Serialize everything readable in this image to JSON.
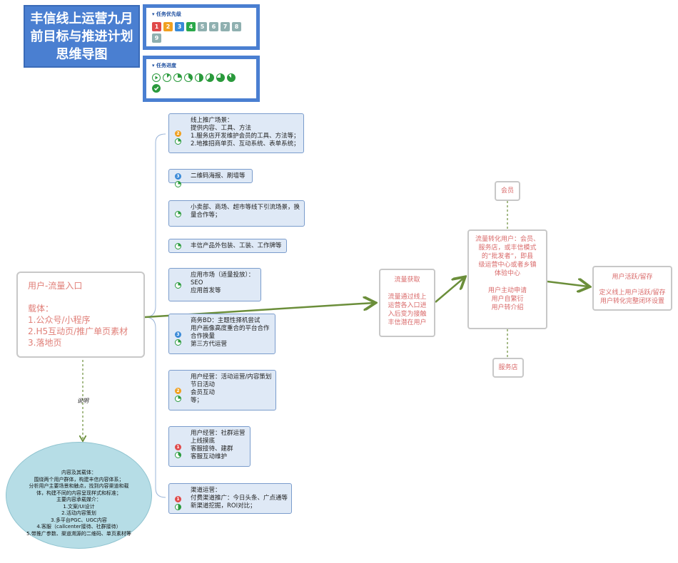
{
  "title": {
    "lines": [
      "丰信线上运营九月",
      "前目标与推进计划",
      "思维导图"
    ]
  },
  "legend_priority": {
    "title": "任务优先级",
    "badges": [
      {
        "label": "1",
        "color": "#e04a4a"
      },
      {
        "label": "2",
        "color": "#f0a020"
      },
      {
        "label": "3",
        "color": "#3a8ad8"
      },
      {
        "label": "4",
        "color": "#2aa84a"
      },
      {
        "label": "5",
        "color": "#8fb0b0"
      },
      {
        "label": "6",
        "color": "#8fb0b0"
      },
      {
        "label": "7",
        "color": "#8fb0b0"
      },
      {
        "label": "8",
        "color": "#8fb0b0"
      },
      {
        "label": "9",
        "color": "#8fb0b0"
      }
    ]
  },
  "legend_progress": {
    "title": "任务进度",
    "levels": [
      0,
      12.5,
      25,
      37.5,
      50,
      62.5,
      75,
      87.5,
      100
    ]
  },
  "root": {
    "title": "用户-流量入口",
    "lines": [
      "载体：",
      "1.公众号/小程序",
      "2.H5互动页/推广单页素材",
      "3.落地页"
    ]
  },
  "branches": [
    {
      "priority": "2",
      "progress": 25,
      "lines": [
        "线上推广场景：",
        "提供内容、工具、方法",
        "1.服务店开发维护会员的工具、方法等；",
        "2.地推招商单页、互动系统、表单系统；"
      ]
    },
    {
      "priority": "3",
      "progress": 25,
      "lines": [
        "二维码海报、刷墙等"
      ]
    },
    {
      "priority": "",
      "progress": 25,
      "lines": [
        "小卖部、商场、超市等线下引流场景，换",
        "量合作等；"
      ]
    },
    {
      "priority": "",
      "progress": 25,
      "lines": [
        "丰信产品外包装、工装、工作牌等"
      ]
    },
    {
      "priority": "",
      "progress": 25,
      "lines": [
        "应用市场（适量投放）：",
        "SEO",
        "应用首发等"
      ]
    },
    {
      "priority": "3",
      "progress": 25,
      "lines": [
        "商务BD：主题性择机尝试",
        "用户画像高度重合的平台合作",
        "合作换量",
        "第三方代运营"
      ]
    },
    {
      "priority": "2",
      "progress": 25,
      "lines": [
        "用户经营：活动运营/内容策划",
        "节日活动",
        "会员互动",
        "等；"
      ]
    },
    {
      "priority": "1",
      "progress": 37.5,
      "lines": [
        "用户经营：社群运营",
        "上线摸底",
        "客服接待、建群",
        "客服互动维护"
      ]
    },
    {
      "priority": "1",
      "progress": 50,
      "lines": [
        "渠道运营：",
        "付费渠道推广：今日头条、广点通等",
        "新渠道挖掘，ROI对比；"
      ]
    }
  ],
  "note_label": "说明",
  "note_lines": [
    "内容及其载体：",
    "围绕两个用户群体，构建丰信内容体系；",
    "分析用户主要场景和触点，找到内容渠道和载",
    "体，构建不同的内容呈现样式和标准；",
    "主要内容承载媒介：",
    "1.文案/UI设计",
    "2.活动内容策划",
    "3.多平台PGC、UGC内容",
    "4.客服（callcenter接待、社群接待）",
    "5.带推广参数、渠道溯源的二维码、单页素材等"
  ],
  "flow": {
    "acquire": {
      "title": "流量获取",
      "lines": [
        "流量通过线上",
        "运营各入口进",
        "入后变为接触",
        "丰信潜在用户"
      ]
    },
    "convert": {
      "lines1": [
        "流量转化用户：会员、",
        "服务店，或丰信模式",
        "的“批发者”，即县",
        "级运营中心或者乡镇",
        "体验中心"
      ],
      "lines2": [
        "用户主动申请",
        "用户自繁衍",
        "用户转介绍"
      ]
    },
    "member": "会员",
    "store": "服务店",
    "retain": {
      "title": "用户活跃/留存",
      "lines": [
        "定义线上用户活跃/留存",
        "用户转化完整闭环设置"
      ]
    }
  },
  "colors": {
    "accent": "#4a7fd1",
    "arrow": "#6b8e3a",
    "flow_text": "#d96a6a",
    "root_text": "#e07f78"
  }
}
